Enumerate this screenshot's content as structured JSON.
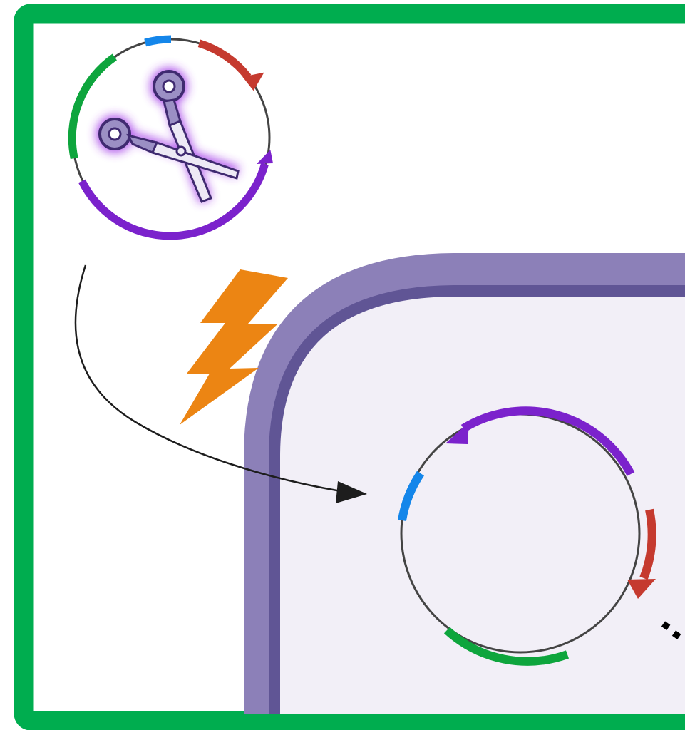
{
  "colors": {
    "frame": "#00ad4f",
    "cell_wall_outer": "#8c80b8",
    "cell_wall_inner": "#605595",
    "cytoplasm": "#f2eff7",
    "dna_backbone": "#444444",
    "feature_purple": "#7b22cc",
    "feature_red": "#c53a2f",
    "feature_green": "#0ea53d",
    "feature_blue": "#1486ea",
    "bolt": "#ec8513",
    "scissors": "#9b8fc4",
    "scissors_glow": "#9d2fe6",
    "arrow": "#1d1d1d"
  },
  "icons": {
    "scissors": "scissors-icon",
    "electroporation": "lightning-bolt-icon",
    "transfer": "curved-arrow-icon"
  },
  "plasmids": [
    {
      "role": "outside cell",
      "features": [
        "green-segment",
        "blue-segment",
        "red-arrow",
        "purple-arrow"
      ]
    },
    {
      "role": "inside cell",
      "features": [
        "purple-arrow",
        "blue-segment",
        "red-arrow",
        "green-segment"
      ]
    }
  ],
  "labels": {}
}
